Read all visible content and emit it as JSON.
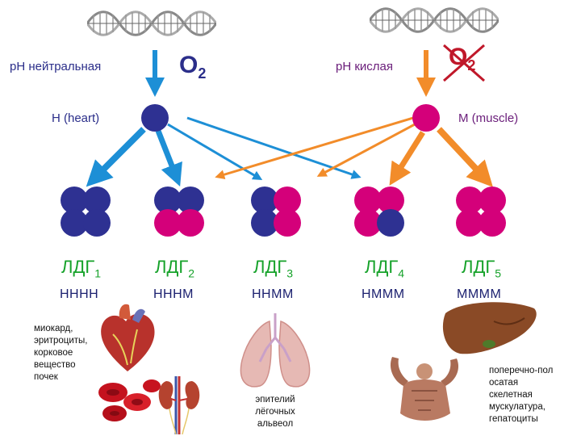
{
  "colors": {
    "h_subunit": "#2e3192",
    "m_subunit": "#d4007a",
    "blue_arrow": "#1d8fd6",
    "orange_arrow": "#f28c2a",
    "ldg_text": "#16a22a",
    "cross": "#c0182a"
  },
  "left": {
    "ph_label": "pH нейтральная",
    "o2": "O",
    "o2_sub": "2",
    "subunit_label": "H (heart)"
  },
  "right": {
    "ph_label": "pH кислая",
    "o2": "O",
    "o2_sub": "2",
    "subunit_label": "M (muscle)"
  },
  "isoenzymes": [
    {
      "name": "ЛДГ",
      "index": "1",
      "code": "HHHH",
      "subunits": [
        "H",
        "H",
        "H",
        "H"
      ]
    },
    {
      "name": "ЛДГ",
      "index": "2",
      "code": "HHHM",
      "subunits": [
        "H",
        "H",
        "M",
        "M"
      ]
    },
    {
      "name": "ЛДГ",
      "index": "3",
      "code": "HHMM",
      "subunits": [
        "H",
        "M",
        "H",
        "M"
      ]
    },
    {
      "name": "ЛДГ",
      "index": "4",
      "code": "HMMM",
      "subunits": [
        "M",
        "M",
        "M",
        "H"
      ]
    },
    {
      "name": "ЛДГ",
      "index": "5",
      "code": "MMMM",
      "subunits": [
        "M",
        "M",
        "M",
        "M"
      ]
    }
  ],
  "tissues": {
    "heart": [
      "миокард,",
      "эритроциты,",
      "корковое",
      "вещество",
      "почек"
    ],
    "lung": [
      "эпителий",
      "лёгочных",
      "альвеол"
    ],
    "muscle": [
      "поперечно-пол",
      "осатая",
      "скелетная",
      "мускулатура,",
      "гепатоциты"
    ]
  },
  "icons": [
    "dna-icon",
    "heart-icon",
    "red-blood-cells-icon",
    "kidney-icon",
    "lungs-icon",
    "muscle-man-icon",
    "liver-icon"
  ]
}
